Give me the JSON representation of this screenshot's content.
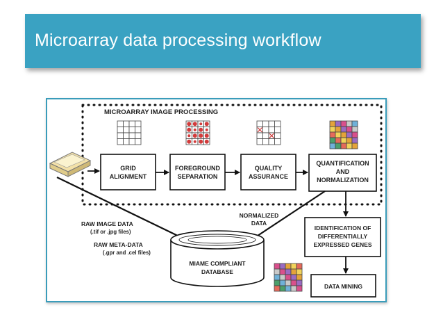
{
  "slide": {
    "title": "Microarray data processing workflow"
  },
  "diagram": {
    "section_title": "MICROARRAY IMAGE PROCESSING",
    "steps": [
      {
        "lines": [
          "GRID",
          "ALIGNMENT"
        ]
      },
      {
        "lines": [
          "FOREGROUND",
          "SEPARATION"
        ]
      },
      {
        "lines": [
          "QUALITY",
          "ASSURANCE"
        ]
      },
      {
        "lines": [
          "QUANTIFICATION",
          "AND",
          "NORMALIZATION"
        ]
      }
    ],
    "raw_image_data": [
      "RAW IMAGE DATA",
      "(.tif or .jpg files)"
    ],
    "raw_meta_data": [
      "RAW META-DATA",
      "(.gpr and .cel files)"
    ],
    "normalized_data": [
      "NORMALIZED",
      "DATA"
    ],
    "database": [
      "MIAME COMPLIANT",
      "DATABASE"
    ],
    "identification": [
      "IDENTIFICATION OF",
      "DIFFERENTIALLY",
      "EXPRESSED GENES"
    ],
    "data_mining": "DATA MINING",
    "colors": {
      "accent": "#3aa2c2",
      "border": "#3a9cba"
    }
  }
}
